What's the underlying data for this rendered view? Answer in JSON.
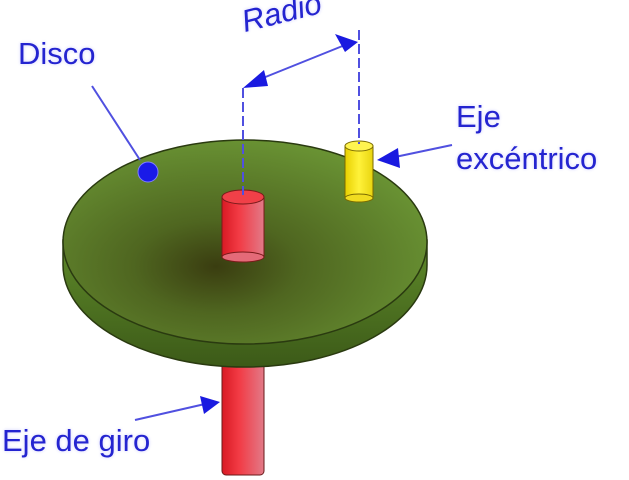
{
  "diagram": {
    "labels": {
      "disco": "Disco",
      "radio": "Radio",
      "eje_excentrico_line1": "Eje",
      "eje_excentrico_line2": "excéntrico",
      "eje_de_giro": "Eje de giro"
    },
    "colors": {
      "label_text": "#2424d0",
      "arrow": "#1a1ae0",
      "disc_top": "#5f8a2e",
      "disc_center": "#3f4a14",
      "disc_edge": "#4f7a22",
      "center_shaft": "#e8303c",
      "eccentric_pin": "#f5e61a",
      "disc_marker": "#1a1ae8"
    },
    "components": [
      "Disco",
      "Eje de giro",
      "Eje excéntrico",
      "Radio"
    ]
  }
}
